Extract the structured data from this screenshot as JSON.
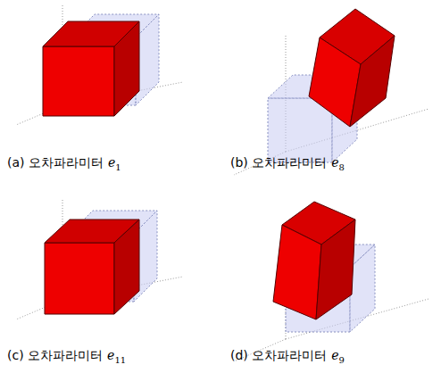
{
  "diagram": {
    "labels": [
      "(a) 오차파라미터",
      "e",
      "1",
      "(b) 오차파라미터",
      "e",
      "8",
      "(c) 오차파라미터",
      "e",
      "11",
      "(d) 오차파라미터",
      "e",
      "9"
    ]
  }
}
